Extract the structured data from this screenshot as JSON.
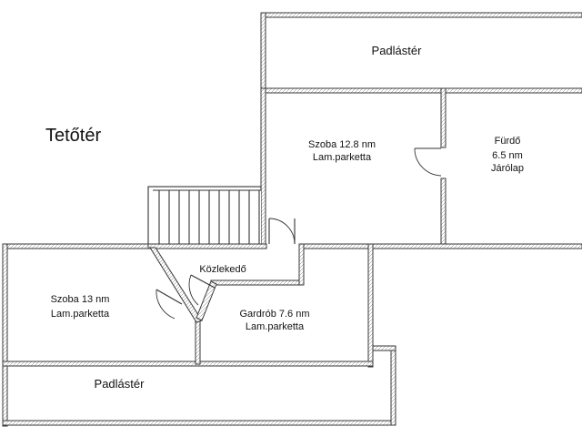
{
  "title": "Tetőtér",
  "rooms": {
    "padlaster_top": {
      "name": "Padlástér"
    },
    "szoba_right": {
      "name": "Szoba 12.8 nm",
      "floor": "Lam.parketta"
    },
    "furdo": {
      "name": "Fürdő",
      "area": "6.5 nm",
      "floor": "Járólap"
    },
    "kozlekedo": {
      "name": "Közlekedő"
    },
    "szoba_left": {
      "name": "Szoba 13 nm",
      "floor": "Lam.parketta"
    },
    "gardrob": {
      "name": "Gardrób 7.6 nm",
      "floor": "Lam.parketta"
    },
    "padlaster_bottom": {
      "name": "Padlástér"
    }
  },
  "colors": {
    "wall": "#3a3a3a",
    "background": "#ffffff"
  }
}
